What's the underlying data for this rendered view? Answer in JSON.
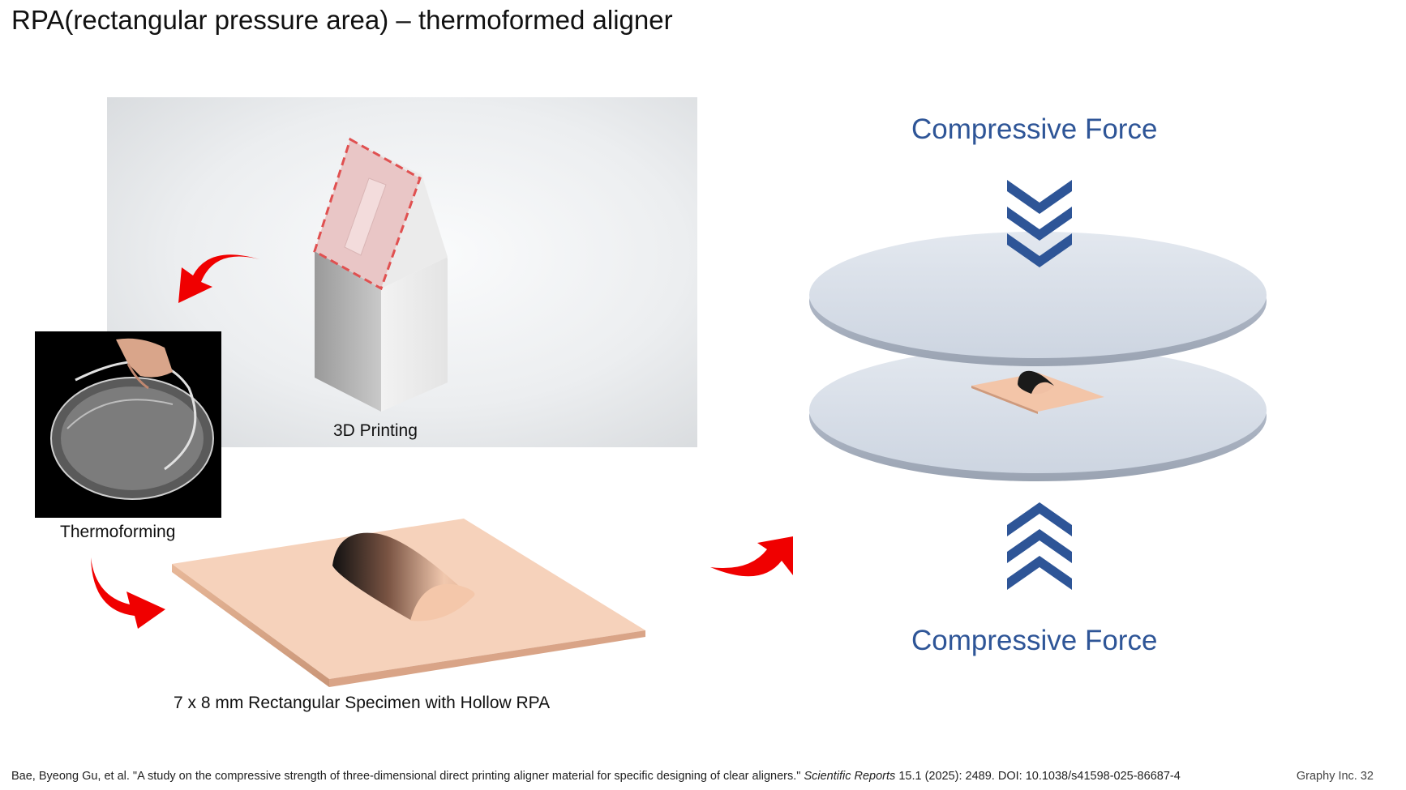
{
  "slide": {
    "title": "RPA(rectangular pressure area) – thermoformed aligner",
    "page_label": "Graphy Inc. 32"
  },
  "diagram": {
    "printing_caption": "3D Printing",
    "thermoforming_caption": "Thermoforming",
    "specimen_caption": "7 x 8 mm Rectangular Specimen with Hollow RPA",
    "force_top_label": "Compressive Force",
    "force_bottom_label": "Compressive Force"
  },
  "citation": {
    "text_before": "Bae, Byeong Gu, et al. \"A study on the compressive strength of three-dimensional direct printing aligner material for specific designing of clear aligners.\" ",
    "journal": "Scientific Reports",
    "text_after": " 15.1 (2025): 2489. DOI: 10.1038/s41598-025-86687-4"
  },
  "colors": {
    "arrow_red": "#f00000",
    "force_blue": "#2e5597",
    "chevron_blue": "#2e5597",
    "dashed_outline": "#e05050",
    "specimen_peach": "#f3c9ae",
    "plate": "#d4dbe6"
  }
}
